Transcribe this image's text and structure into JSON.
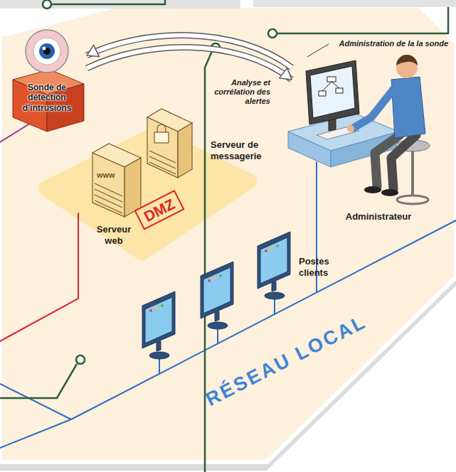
{
  "diagram": {
    "nodes": [
      {
        "text": [
          "Sonde de détection d’intrusions"
        ]
      },
      {
        "text": [
          "DMZ"
        ]
      },
      {
        "text": [
          "Serveur web"
        ],
        "in": 1
      },
      {
        "text": [
          "Serveur de messagerie"
        ],
        "in": 1
      },
      {
        "text": [
          "Administrateur"
        ]
      },
      {
        "text": [
          "Postes clients"
        ]
      }
    ],
    "edges": [
      {
        "from": 4,
        "to": 0,
        "arrow": "to",
        "label": "Administration de la la sonde"
      },
      {
        "from": 0,
        "to": 4,
        "arrow": "to",
        "label": "Analyse et corrélation des alertes"
      }
    ],
    "labels": [
      "WWW",
      "RÉSEAU LOCAL"
    ]
  }
}
